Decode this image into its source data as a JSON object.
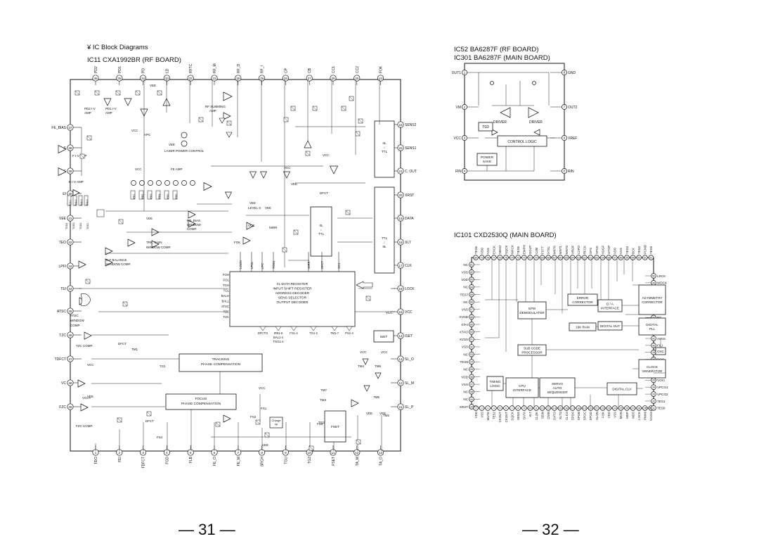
{
  "left_page": {
    "section_title": "¥ IC Block Diagrams",
    "ic11_title": "IC11   CXA1992BR (RF BOARD)",
    "ic11": {
      "top_pins": [
        {
          "num": "36",
          "name": "PD2"
        },
        {
          "num": "35",
          "name": "PD1"
        },
        {
          "num": "34",
          "name": "PD"
        },
        {
          "num": "33",
          "name": "LD"
        },
        {
          "num": "32",
          "name": "RFTC"
        },
        {
          "num": "31",
          "name": "RF_M"
        },
        {
          "num": "30",
          "name": "RF_O"
        },
        {
          "num": "29",
          "name": "RF_I"
        },
        {
          "num": "28",
          "name": "CP"
        },
        {
          "num": "27",
          "name": "CB"
        },
        {
          "num": "26",
          "name": "CC1"
        },
        {
          "num": "25",
          "name": "CC2"
        },
        {
          "num": "24",
          "name": "FOK"
        }
      ],
      "bottom_pins": [
        {
          "num": "1",
          "name": "FEO"
        },
        {
          "num": "2",
          "name": "FEI"
        },
        {
          "num": "3",
          "name": "FDFCT"
        },
        {
          "num": "4",
          "name": "FGD"
        },
        {
          "num": "5",
          "name": "FLB"
        },
        {
          "num": "6",
          "name": "FE_O"
        },
        {
          "num": "7",
          "name": "FE_M"
        },
        {
          "num": "8",
          "name": "SRCH"
        },
        {
          "num": "9",
          "name": "TGU"
        },
        {
          "num": "10",
          "name": "TG2"
        },
        {
          "num": "11",
          "name": "FSET"
        },
        {
          "num": "12",
          "name": "TA_M"
        },
        {
          "num": "13",
          "name": "TA_O"
        }
      ],
      "left_pins": [
        {
          "num": "37",
          "name": "FE_BIAS"
        },
        {
          "num": "38",
          "name": "F"
        },
        {
          "num": "39",
          "name": "E"
        },
        {
          "num": "40",
          "name": "EI"
        },
        {
          "num": "41",
          "name": "VEE"
        },
        {
          "num": "42",
          "name": "TEO"
        },
        {
          "num": "43",
          "name": "LPFI"
        },
        {
          "num": "44",
          "name": "TEI"
        },
        {
          "num": "45",
          "name": "ATSC"
        },
        {
          "num": "46",
          "name": "TZC"
        },
        {
          "num": "47",
          "name": "TDFCT"
        },
        {
          "num": "48",
          "name": "VC"
        },
        {
          "num": "49",
          "name": "FZC"
        }
      ],
      "right_pins": [
        {
          "num": "23",
          "name": "SENS2"
        },
        {
          "num": "22",
          "name": "SENS1"
        },
        {
          "num": "21",
          "name": "C. OUT"
        },
        {
          "num": "20",
          "name": "XRST"
        },
        {
          "num": "19",
          "name": "DATA"
        },
        {
          "num": "18",
          "name": "XLT"
        },
        {
          "num": "17",
          "name": "CLK"
        },
        {
          "num": "16",
          "name": "LOCK"
        },
        {
          "num": "15",
          "name": "VCC"
        },
        {
          "num": "14",
          "name": "ISET"
        },
        {
          "num": "13",
          "name": "SL_O"
        },
        {
          "num": "12",
          "name": "SL_M"
        },
        {
          "num": "11",
          "name": "SL_P"
        }
      ],
      "blocks": {
        "ttl_upper": [
          "IIL",
          "↓",
          "TTL"
        ],
        "ttl_lower": [
          "TTL",
          "↓",
          "IIL"
        ],
        "iil_mid": [
          "IIL",
          "↓",
          "TTL"
        ],
        "register": [
          "IIL DATA REGISTER",
          "INPUT SHIFT REGISTER",
          "ADDRESS DECODER",
          "SENS SELECTOR",
          "OUTPUT DECODER"
        ],
        "register_inputs": [
          "FOH",
          "FOL",
          "TGH",
          "TGL",
          "BALH",
          "BALL",
          "ATSC",
          "TZC",
          "FZC"
        ],
        "register_top_labels": [
          "LOON",
          "LPCL",
          "LPC",
          "TOG1",
          "MIRR",
          "DFCT",
          "CC1"
        ],
        "register_bottom_labels": [
          "DFCTO",
          "IFB1-6",
          "BAL1-4",
          "TOG1-4",
          "FS1-4",
          "TG1-2",
          "TM1-7",
          "PS1-4"
        ],
        "iset": "ISET",
        "fset": "FSET",
        "charge_up": [
          "Charge",
          "up"
        ],
        "tracking": [
          "TRACKING",
          "PHASE COMPENSATION"
        ],
        "focus": [
          "FOCUS",
          "PHASE COMPENSATION"
        ]
      },
      "labels": {
        "pd2_amp": "PD2 I-V AMP",
        "pd1_amp": "PD1 I-V AMP",
        "vee": "VEE",
        "vcc": "VCC",
        "apc": "APC",
        "rf_summing": "RF SUMMING AMP",
        "laser_control": "LASER POWER CONTROL",
        "f_iv_amp": "F I-V AMP",
        "e_iv_amp": "E I-V AMP",
        "fe_amp": "FE AMP",
        "fo_bias": "FO. BIAS WINDOW COMP.",
        "trk_gain": "TRK. GAIN WINDOW COMP.",
        "ef_balance": "E-F BALANCE WINDOW COMP.",
        "atsc_window": "ATSC WINDOW COMP.",
        "tzc_comp": "TZC COMP.",
        "fzc_comp": "FZC COMP.",
        "dfct": "DFCT",
        "tm1": "TM1",
        "tg1": "TG1",
        "fs1": "FS1",
        "fs2": "FS2",
        "fs3": "FS3",
        "fs4": "FS4",
        "tg2": "TG2",
        "tm2": "TM2",
        "tm3": "TM3",
        "tm4": "TM4",
        "tm5": "TM5",
        "tm6": "TM6",
        "tm7": "TM7",
        "level_s": "LEVEL S",
        "mirr": "MIRR",
        "fok": "FOK",
        "vcc_on_15": "VCC"
      }
    },
    "page_number": "— 31 —"
  },
  "right_page": {
    "ic52_title": "IC52   BA6287F (RF BOARD)",
    "ic301_title": "IC301   BA6287F (MAIN BOARD)",
    "ba6287": {
      "left_pins": [
        {
          "num": "1",
          "name": "OUT1"
        },
        {
          "num": "2",
          "name": "VM"
        },
        {
          "num": "3",
          "name": "VCC"
        },
        {
          "num": "4",
          "name": "FIN"
        }
      ],
      "right_pins": [
        {
          "num": "8",
          "name": "GND"
        },
        {
          "num": "7",
          "name": "OUT2"
        },
        {
          "num": "6",
          "name": "VREF"
        },
        {
          "num": "5",
          "name": "RIN"
        }
      ],
      "blocks": {
        "driver1": "DRIVER",
        "driver2": "DRIVER",
        "tsd": "TSD",
        "control": "CONTROL LOGIC",
        "power_save": [
          "POWER",
          "SAVE"
        ]
      }
    },
    "ic101_title": "IC101   CXD2530Q (MAIN BOARD)",
    "cxd2530": {
      "top_pins": [
        {
          "num": "80",
          "name": "TES6"
        },
        {
          "num": "79",
          "name": "VDD"
        },
        {
          "num": "78",
          "name": "VSS"
        },
        {
          "num": "77",
          "name": "EXCK"
        },
        {
          "num": "76",
          "name": "SBSO"
        },
        {
          "num": "75",
          "name": "SQCK"
        },
        {
          "num": "74",
          "name": "WFCK"
        },
        {
          "num": "73",
          "name": "TES5"
        },
        {
          "num": "72",
          "name": "EMPH"
        },
        {
          "num": "71",
          "name": "DOUT"
        },
        {
          "num": "70",
          "name": "C4M"
        },
        {
          "num": "69",
          "name": "FSTT"
        },
        {
          "num": "68",
          "name": "XTSL"
        },
        {
          "num": "67",
          "name": "MNT0"
        },
        {
          "num": "66",
          "name": "MNT1"
        },
        {
          "num": "65",
          "name": "MNT3"
        },
        {
          "num": "64",
          "name": "XROF"
        },
        {
          "num": "63",
          "name": "C2PO"
        },
        {
          "num": "62",
          "name": "RFCK"
        },
        {
          "num": "61",
          "name": "GFS"
        },
        {
          "num": "60",
          "name": "XPCK"
        },
        {
          "num": "59",
          "name": "XUGF"
        },
        {
          "num": "58",
          "name": "GTOP"
        },
        {
          "num": "57",
          "name": "VDD"
        },
        {
          "num": "56",
          "name": "VSS"
        },
        {
          "num": "55",
          "name": "TES4"
        },
        {
          "num": "54",
          "name": "BCK"
        },
        {
          "num": "53",
          "name": "TES3"
        },
        {
          "num": "52",
          "name": "PCMD"
        },
        {
          "num": "51",
          "name": "TES9"
        }
      ],
      "left_pins": [
        {
          "num": "81",
          "name": "NC"
        },
        {
          "num": "82",
          "name": "VSS"
        },
        {
          "num": "83",
          "name": "VDD"
        },
        {
          "num": "84",
          "name": "NC"
        },
        {
          "num": "85",
          "name": "TES7"
        },
        {
          "num": "86",
          "name": "NC"
        },
        {
          "num": "87",
          "name": "VSS"
        },
        {
          "num": "88",
          "name": "XVDD"
        },
        {
          "num": "89",
          "name": "XTAI"
        },
        {
          "num": "90",
          "name": "XTAO"
        },
        {
          "num": "91",
          "name": "XVSS"
        },
        {
          "num": "92",
          "name": "VSS"
        },
        {
          "num": "93",
          "name": "NC"
        },
        {
          "num": "94",
          "name": "TES8"
        },
        {
          "num": "95",
          "name": "NC"
        },
        {
          "num": "96",
          "name": "VDD"
        },
        {
          "num": "97",
          "name": "VSS"
        },
        {
          "num": "98",
          "name": "NC"
        },
        {
          "num": "99",
          "name": "NC"
        },
        {
          "num": "100",
          "name": "XRST"
        }
      ],
      "right_pins": [
        {
          "num": "50",
          "name": "LRCK"
        },
        {
          "num": "49",
          "name": "WDCK"
        },
        {
          "num": "48",
          "name": "ASYE"
        },
        {
          "num": "47",
          "name": "ASYO"
        },
        {
          "num": "46",
          "name": "ASYI"
        },
        {
          "num": "45",
          "name": "BIAS"
        },
        {
          "num": "44",
          "name": "RF"
        },
        {
          "num": "43",
          "name": "AVDD"
        },
        {
          "num": "42",
          "name": "CLTV"
        },
        {
          "num": "41",
          "name": "AVSS"
        },
        {
          "num": "40",
          "name": "FILI"
        },
        {
          "num": "39",
          "name": "FILO"
        },
        {
          "num": "38",
          "name": "PCO"
        },
        {
          "num": "37",
          "name": "VCTL"
        },
        {
          "num": "36",
          "name": "V16M"
        },
        {
          "num": "35",
          "name": "VCKI"
        },
        {
          "num": "34",
          "name": "VPCO1"
        },
        {
          "num": "33",
          "name": "VPCO2"
        },
        {
          "num": "32",
          "name": "TES1"
        },
        {
          "num": "31",
          "name": "TES0"
        }
      ],
      "bottom_pins": [
        {
          "num": "1",
          "name": "VDD"
        },
        {
          "num": "2",
          "name": "VSS"
        },
        {
          "num": "3",
          "name": "MUTE"
        },
        {
          "num": "4",
          "name": "TES2"
        },
        {
          "num": "5",
          "name": "CKOUT"
        },
        {
          "num": "6",
          "name": "CKOUT"
        },
        {
          "num": "7",
          "name": "SQCK"
        },
        {
          "num": "8",
          "name": "SENS"
        },
        {
          "num": "9",
          "name": "DATA"
        },
        {
          "num": "10",
          "name": "XLT"
        },
        {
          "num": "11",
          "name": "CLOK"
        },
        {
          "num": "12",
          "name": "SEIN"
        },
        {
          "num": "13",
          "name": "CNIN"
        },
        {
          "num": "14",
          "name": "DATO"
        },
        {
          "num": "15",
          "name": "XLTO"
        },
        {
          "num": "16",
          "name": "CLKO"
        },
        {
          "num": "17",
          "name": "SPOA"
        },
        {
          "num": "18",
          "name": "SPOB"
        },
        {
          "num": "19",
          "name": "SPOC"
        },
        {
          "num": "20",
          "name": "SPOD"
        },
        {
          "num": "21",
          "name": "XLON"
        },
        {
          "num": "22",
          "name": "FOK"
        },
        {
          "num": "23",
          "name": "VDD"
        },
        {
          "num": "24",
          "name": "VSS"
        },
        {
          "num": "25",
          "name": "MON"
        },
        {
          "num": "26",
          "name": "MDP"
        },
        {
          "num": "27",
          "name": "MDS"
        },
        {
          "num": "28",
          "name": "LOCK"
        },
        {
          "num": "29",
          "name": "PWMI"
        },
        {
          "num": "30",
          "name": "VCOO"
        }
      ],
      "blocks": {
        "error": [
          "ERROR",
          "CORRECTOR"
        ],
        "efm": [
          "EFM",
          "DEMODULATOR"
        ],
        "da": [
          "D / A",
          "INTERFACE"
        ],
        "asym": [
          "ASYMMETRY",
          "CORRECTOR"
        ],
        "ram": "16K RAM",
        "digital_out": "DIGITAL OUT",
        "digital_pll": [
          "DIGITAL",
          "PLL"
        ],
        "sub_code": [
          "SUB CODE",
          "PROCESSOR"
        ],
        "osc": "OSC",
        "clock": [
          "CLOCK",
          "GENERATOR"
        ],
        "timing": [
          "TIMING",
          "LOGIC"
        ],
        "cpu": [
          "CPU",
          "INTERFACE"
        ],
        "servo": [
          "SERVO",
          "AUTO",
          "SEQUENCER"
        ],
        "digital_clv": "DIGITAL CLV"
      }
    },
    "page_number": "— 32 —"
  }
}
